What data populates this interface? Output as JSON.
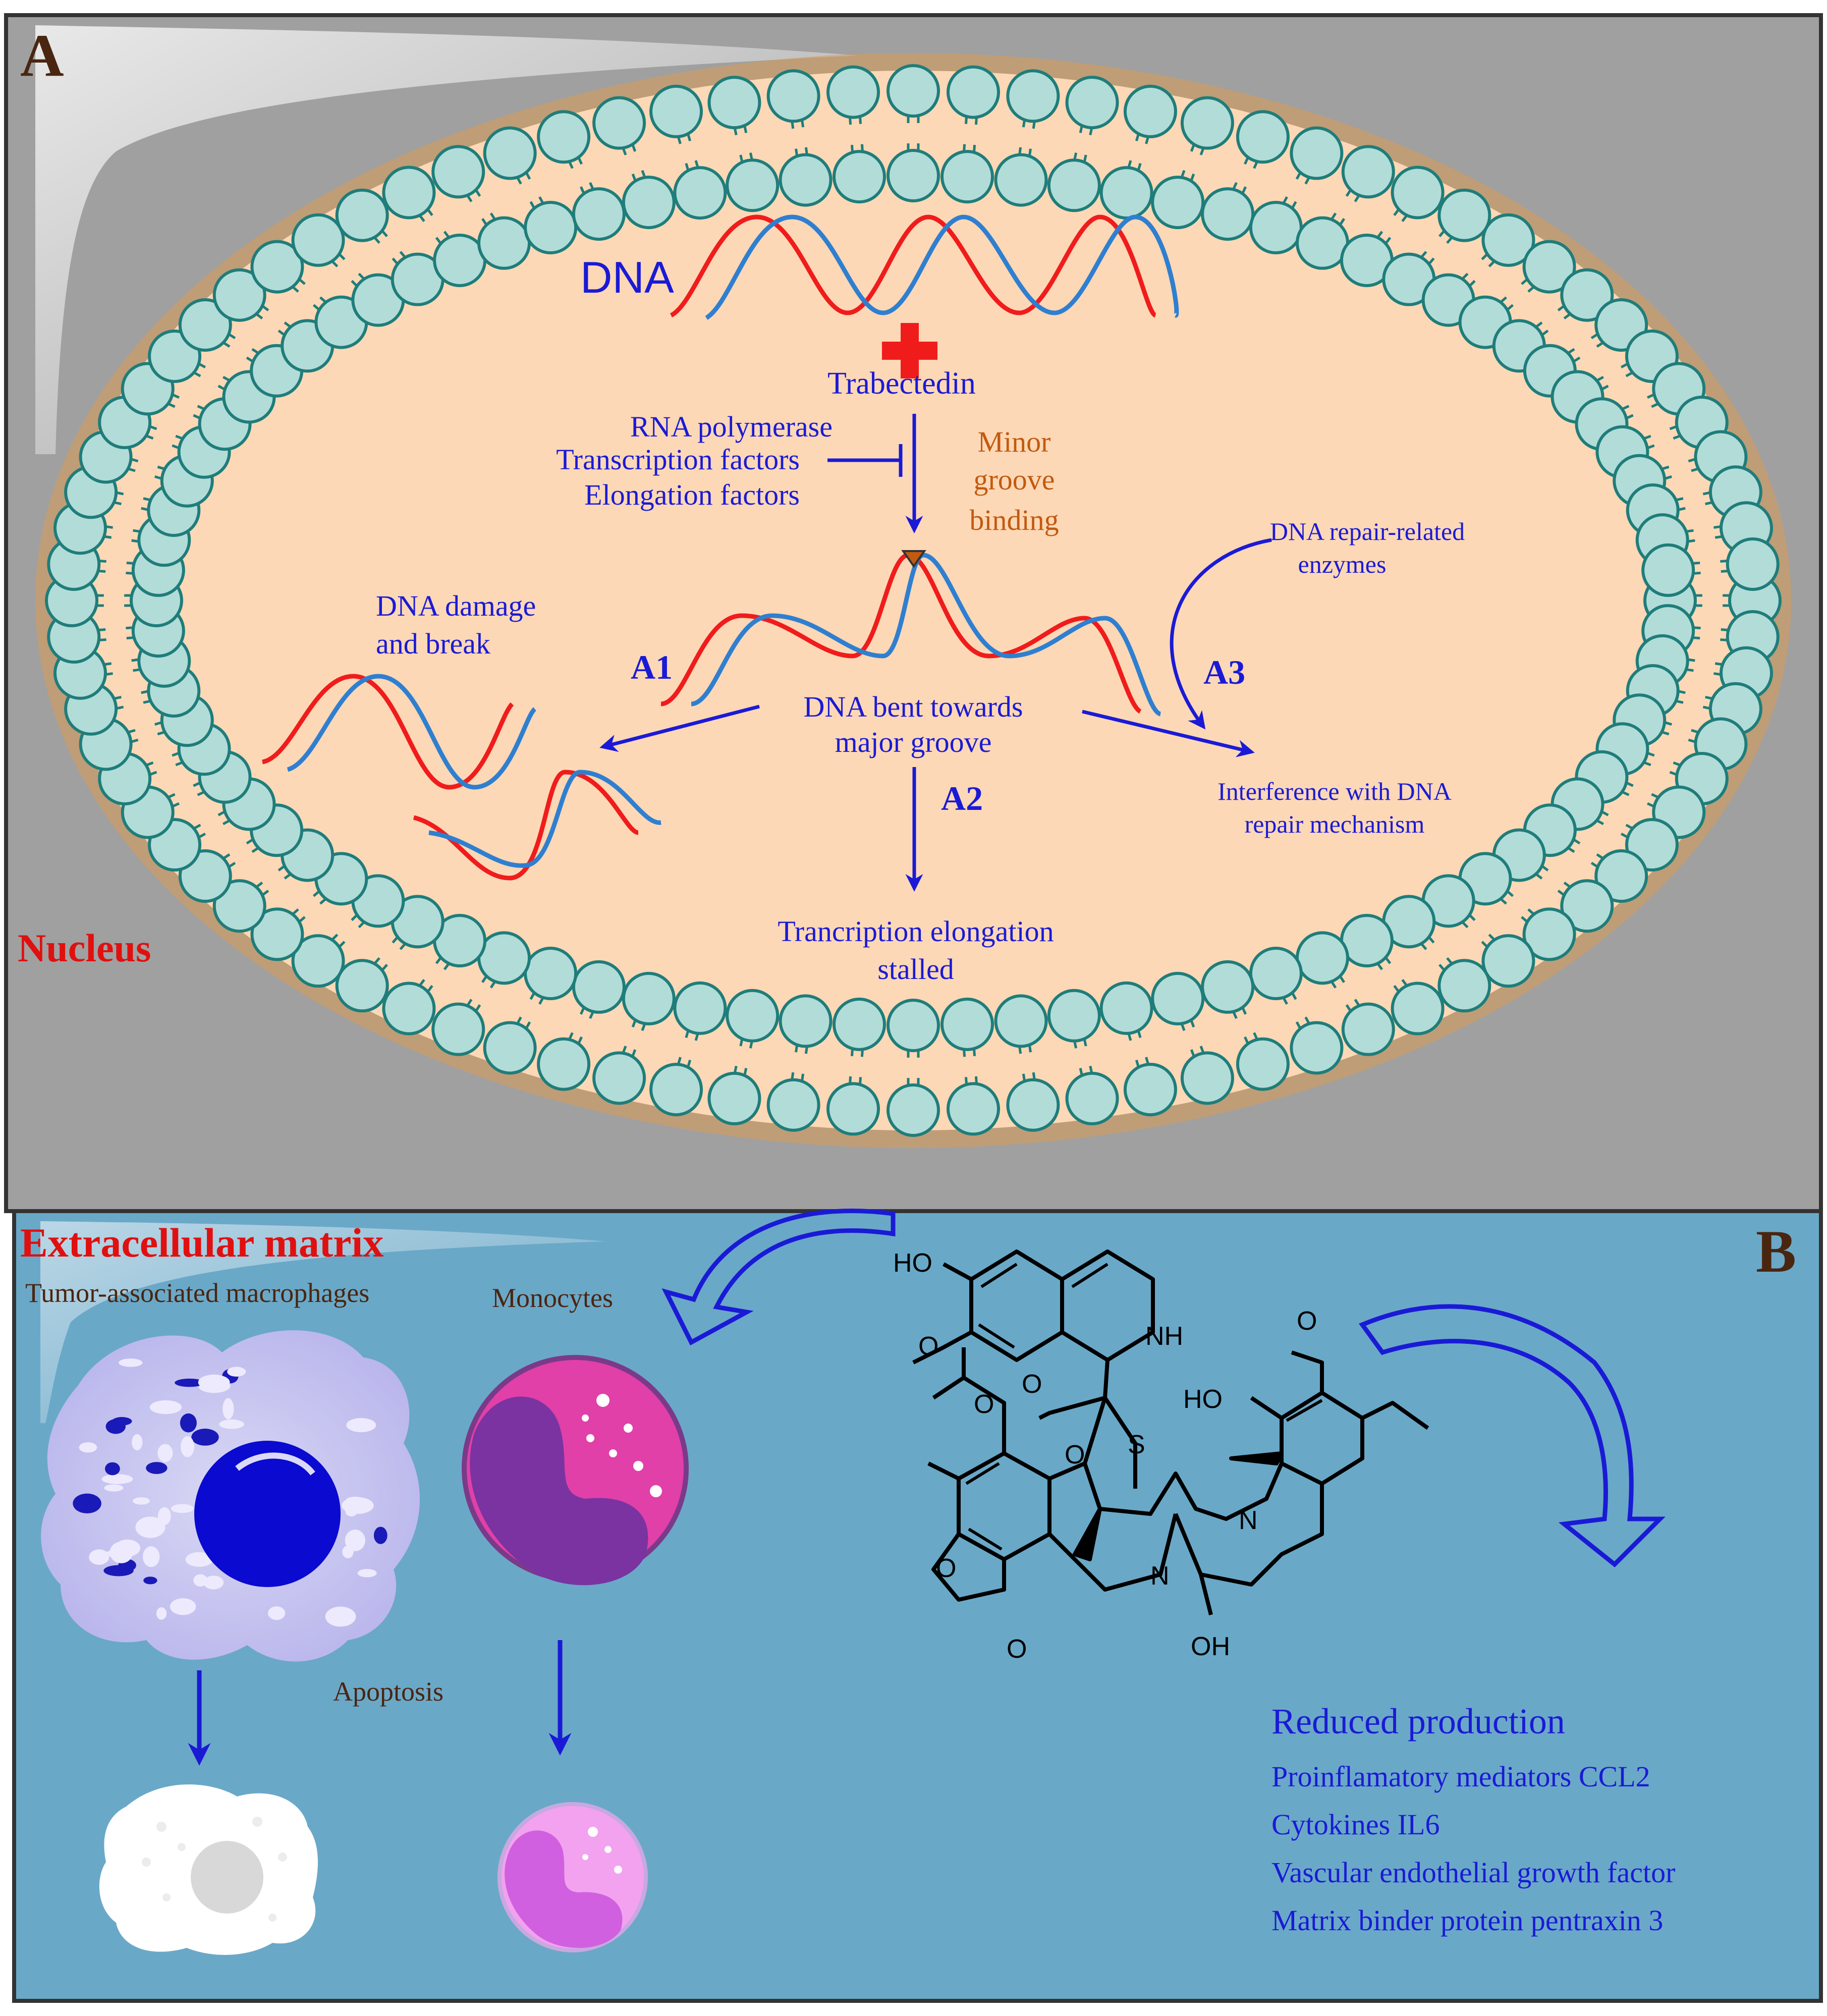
{
  "panel_a": {
    "label": "A",
    "nucleus_label": "Nucleus",
    "dna_label": "DNA",
    "drug_label": "Trabectedin",
    "inhibitors": [
      "RNA polymerase",
      "Transcription factors",
      "Elongation factors"
    ],
    "binding_label": [
      "Minor",
      "groove",
      "binding"
    ],
    "bent_label": [
      "DNA bent towards",
      "major groove"
    ],
    "damage_label": [
      "DNA damage",
      "and break"
    ],
    "stall_label": [
      "Trancription elongation",
      "stalled"
    ],
    "repair_enzymes_label": [
      "DNA repair-related",
      "enzymes"
    ],
    "interference_label": [
      "Interference with DNA",
      "repair mechanism"
    ],
    "pathways": [
      "A1",
      "A2",
      "A3"
    ]
  },
  "panel_b": {
    "label": "B",
    "ecm_title": "Extracellular matrix",
    "tam_label": "Tumor-associated macrophages",
    "monocytes_label": "Monocytes",
    "apoptosis_label": "Apoptosis",
    "reduced_title": "Reduced production",
    "reduced_items": [
      "Proinflamatory mediators CCL2",
      "Cytokines IL6",
      "Vascular  endothelial growth factor",
      "Matrix binder protein pentraxin 3"
    ],
    "structure_labels": [
      "HO",
      "NH",
      "HO",
      "O",
      "O",
      "O",
      "O",
      "S",
      "O",
      "N",
      "N",
      "O",
      "O",
      "OH"
    ]
  },
  "colors": {
    "panel_a_bg": "#a0a0a0",
    "panel_b_bg": "#6aa8c8",
    "nucleoplasm": "#fdd8b6",
    "lipid_head": "#b2dcd8",
    "lipid_outline": "#1f7d7a",
    "dna_red": "#f01c1c",
    "dna_blue": "#2f7fd0",
    "text_blue": "#1a1ad6",
    "text_red": "#e01010",
    "text_orange": "#c25a10",
    "text_brown": "#4a2510"
  }
}
